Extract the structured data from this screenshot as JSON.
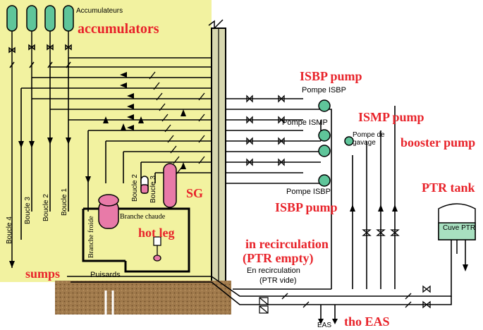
{
  "labels": {
    "accumulateurs": "Accumulateurs",
    "accumulators": "accumulators",
    "isbp_pump_top": "ISBP pump",
    "pompe_isbp_top": "Pompe ISBP",
    "pompe_ismp": "Pompe ISMP",
    "ismp_pump": "ISMP pump",
    "pompe_de_gavage": "Pompe de gavage",
    "booster_pump": "booster pump",
    "sg": "SG",
    "ptr_tank": "PTR tank",
    "pompe_isbp_bottom": "Pompe ISBP",
    "isbp_pump_bottom": "ISBP pump",
    "cuve_ptr": "Cuve PTR",
    "branche_chaude": "Branche chaude",
    "hot_leg": "hot leg",
    "branche_froide": "Branche froide",
    "in_recirculation": "in recirculation",
    "ptr_empty": "(PTR empty)",
    "en_recirculation": "En recirculation",
    "ptr_vide": "(PTR vide)",
    "sumps": "sumps",
    "puisards": "Puisards",
    "eas": "EAS",
    "tho_eas": "tho EAS",
    "boucle_1": "Boucle 1",
    "boucle_2": "Boucle 2",
    "boucle_3": "Boucle 3",
    "boucle_4": "Boucle 4",
    "boucle_2_sg": "Boucle 2",
    "boucle_3_sg": "Boucle 3"
  },
  "colors": {
    "containment": "#f2f2a0",
    "accumulator_fill": "#5fc59a",
    "pump_fill": "#5fc59a",
    "tank_fill": "#a8e0c0",
    "vessel_fill": "#e87aa8",
    "annotation_red": "#e8232a",
    "sump_ground": "#9a7044"
  }
}
